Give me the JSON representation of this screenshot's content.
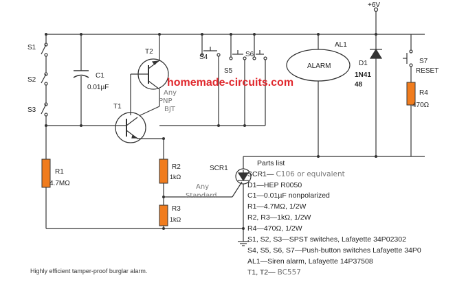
{
  "labels": {
    "supply": "+6V",
    "s1": "S1",
    "s2": "S2",
    "s3": "S3",
    "c1_name": "C1",
    "c1_value": "0.01µF",
    "t1": "T1",
    "t2": "T2",
    "t2_note_1": "Any",
    "t2_note_2": "PNP",
    "t2_note_3": "BJT",
    "s4": "S4",
    "s5": "S5",
    "s6": "S6",
    "al1": "AL1",
    "alarm": "ALARM",
    "d1_name": "D1",
    "d1_value_1": "1N41",
    "d1_value_2": "48",
    "s7": "S7",
    "reset": "RESET",
    "r4_name": "R4",
    "r4_value": "470Ω",
    "r1_name": "R1",
    "r1_value": "4.7MΩ",
    "r2_name": "R2",
    "r2_value": "1kΩ",
    "r3_name": "R3",
    "r3_value": "1kΩ",
    "scr1": "SCR1",
    "scr_note_1": "Any",
    "scr_note_2": "Standard"
  },
  "watermark": "homemade-circuits.com",
  "parts_list": {
    "title": "Parts list",
    "scr1_prefix": "SCR1— ",
    "scr1_value": "C106 or equivalent",
    "d1": "D1—HEP R0050",
    "c1": "C1—0.01µF nonpolarized",
    "r1": "R1—4.7MΩ, 1/2W",
    "r23": "R2, R3—1kΩ, 1/2W",
    "r4": "R4—470Ω, 1/2W",
    "s123": "S1, S2, S3—SPST switches, Lafayette 34P02302",
    "s4567": "S4, S5, S6, S7—Push-button switches Lafayette 34P0",
    "al1": "AL1—Siren alarm, Lafayette 14P37508",
    "t12_prefix": "T1, T2— ",
    "t12_value": "BC557"
  },
  "caption": "Highly efficient tamper-proof burglar alarm.",
  "colors": {
    "resistor_fill": "#f07c1e",
    "watermark": "#e0282d",
    "wire": "#333333"
  }
}
